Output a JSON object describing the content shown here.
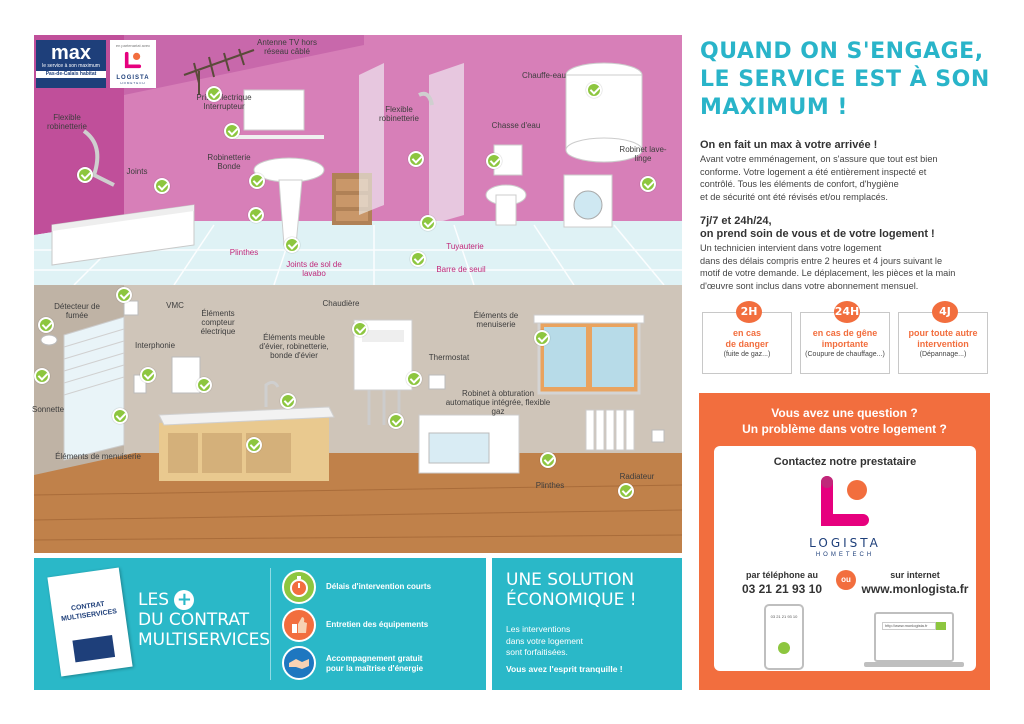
{
  "header": {
    "logo_max": "max",
    "logo_max_tag": "le service à son maximum",
    "logo_max_org": "Pas-de-Calais habitat",
    "logo_partner_note": "en partenariat avec",
    "logo_logista_name": "LOGISTA",
    "logo_logista_sub": "HOMETECH"
  },
  "illustration": {
    "labels": {
      "antenne": "Antenne TV hors réseau câblé",
      "flexible_robinetterie_left": "Flexible robinetterie",
      "joints": "Joints",
      "prise": "Prise électrique Interrupteur",
      "robinetterie_bonde": "Robinetterie Bonde",
      "plinthes_top": "Plinthes",
      "joints_sol": "Joints de sol de lavabo",
      "flexible_robinetterie_shower": "Flexible robinetterie",
      "tuyauterie": "Tuyauterie",
      "barre_seuil": "Barre de seuil",
      "chasse": "Chasse d'eau",
      "chauffe_eau": "Chauffe-eau",
      "robinet_lave_linge": "Robinet lave-linge",
      "detecteur": "Détecteur de fumée",
      "vmc": "VMC",
      "interphonie": "Interphonie",
      "compteur": "Éléments compteur électrique",
      "meuble_evier": "Éléments meuble d'évier, robinetterie, bonde d'évier",
      "chaudiere": "Chaudière",
      "menuiserie_right": "Éléments de menuiserie",
      "thermostat": "Thermostat",
      "robinet_obturation": "Robinet à obturation automatique intégrée, flexible gaz",
      "sonnette": "Sonnette",
      "menuiserie_left": "Éléments de menuiserie",
      "plinthes_bottom": "Plinthes",
      "radiateur": "Radiateur"
    }
  },
  "main": {
    "title_lines": [
      "QUAND ON S'ENGAGE,",
      "LE SERVICE EST À SON",
      "MAXIMUM !"
    ],
    "section1": {
      "title": "On en fait un max à votre arrivée !",
      "lines": [
        "Avant votre emménagement, on s'assure que tout est bien",
        "conforme. Votre logement a été entièrement inspecté et",
        "contrôlé. Tous les éléments de confort, d'hygiène",
        "et de sécurité ont été révisés et/ou remplacés."
      ]
    },
    "section2": {
      "title_line1": "7j/7 et 24h/24,",
      "title_line2": "on prend soin de vous et de votre logement !",
      "lines": [
        "Un technicien intervient dans votre logement",
        "dans des délais compris entre 2 heures et 4 jours suivant le",
        "motif de votre demande. Le déplacement, les pièces et la main",
        "d'œuvre sont inclus dans votre abonnement mensuel."
      ]
    },
    "delays": [
      {
        "badge": "2H",
        "line1": "en cas",
        "line2": "de danger",
        "note": "(fuite de gaz...)"
      },
      {
        "badge": "24H",
        "line1": "en cas de gêne",
        "line2": "importante",
        "note": "(Coupure de chauffage...)"
      },
      {
        "badge": "4J",
        "line1": "pour toute autre",
        "line2": "intervention",
        "note": "(Dépannage...)"
      }
    ]
  },
  "contact": {
    "question_line1": "Vous avez une question ?",
    "question_line2": "Un problème dans votre logement ?",
    "card_title": "Contactez notre prestataire",
    "brand": "LOGISTA",
    "brand_sub": "HOMETECH",
    "phone_label": "par téléphone au",
    "phone_number": "03 21 21 93 10",
    "or": "ou",
    "web_label": "sur internet",
    "web_url": "www.monlogista.fr",
    "phone_screen": "03 21 21 93 10",
    "laptop_url": "http://www.monlogista.fr"
  },
  "contract": {
    "card_title": "CONTRAT MULTISERVICES",
    "les": "LES",
    "plus": "+",
    "du_contrat": "DU CONTRAT",
    "multiservices": "MULTISERVICES",
    "features": [
      {
        "icon": "stopwatch-icon",
        "text": "Délais d'intervention courts"
      },
      {
        "icon": "thumbs-up-icon",
        "text": "Entretien des équipements"
      },
      {
        "icon": "handshake-icon",
        "text_line1": "Accompagnement gratuit",
        "text_line2": "pour la maîtrise d'énergie"
      }
    ]
  },
  "economic": {
    "title_line1": "UNE SOLUTION",
    "title_line2": "ÉCONOMIQUE !",
    "body_lines": [
      "Les interventions",
      "dans votre logement",
      "sont forfaitisées."
    ],
    "strong": "Vous avez l'esprit tranquille !"
  },
  "colors": {
    "teal": "#2ab8c8",
    "orange": "#f26e3e",
    "pink": "#c0287a",
    "green_check": "#8dc63f",
    "navy": "#1e3f7a"
  }
}
